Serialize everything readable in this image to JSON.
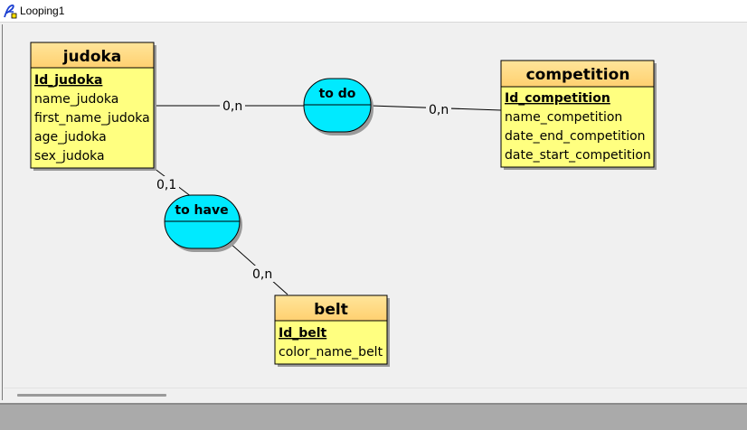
{
  "window": {
    "title": "Looping1"
  },
  "entities": [
    {
      "name": "judoka",
      "id_attr": "Id_judoka",
      "attributes": [
        "name_judoka",
        "first_name_judoka",
        "age_judoka",
        "sex_judoka"
      ]
    },
    {
      "name": "competition",
      "id_attr": "Id_competition",
      "attributes": [
        "name_competition",
        "date_end_competition",
        "date_start_competition"
      ]
    },
    {
      "name": "belt",
      "id_attr": "Id_belt",
      "attributes": [
        "color_name_belt"
      ]
    }
  ],
  "associations": [
    {
      "name": "to do",
      "links": [
        {
          "entity": "judoka",
          "cardinality": "0,n"
        },
        {
          "entity": "competition",
          "cardinality": "0,n"
        }
      ]
    },
    {
      "name": "to have",
      "links": [
        {
          "entity": "judoka",
          "cardinality": "0,1"
        },
        {
          "entity": "belt",
          "cardinality": "0,n"
        }
      ]
    }
  ],
  "colors": {
    "entity_header": "#ffd97a",
    "entity_body": "#ffff80",
    "association_fill": "#00eaff",
    "border": "#000000"
  }
}
